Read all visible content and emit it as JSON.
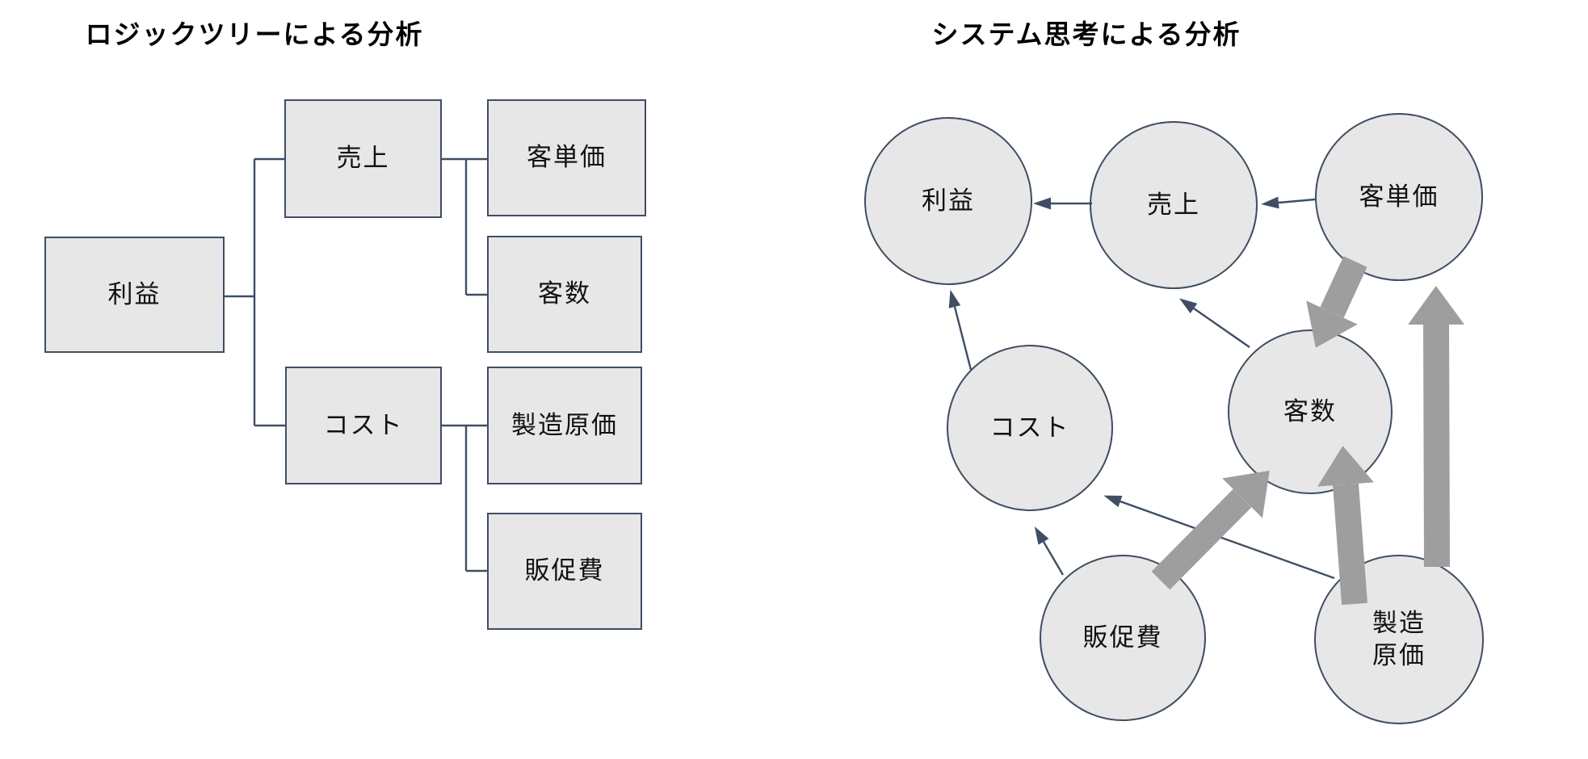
{
  "colors": {
    "background": "#ffffff",
    "node_fill": "#e7e7e7",
    "node_border": "#3f4e63",
    "connector": "#3f4e63",
    "thick_arrow": "#9e9e9e",
    "text": "#111111"
  },
  "left_panel": {
    "title": "ロジックツリーによる分析",
    "nodes": {
      "profit": "利益",
      "sales": "売上",
      "cost": "コスト",
      "unit_price": "客単価",
      "customer_count": "客数",
      "manufacturing_cost": "製造原価",
      "promotion_cost": "販促費"
    },
    "edges": [
      {
        "from": "profit",
        "to": "sales"
      },
      {
        "from": "profit",
        "to": "cost"
      },
      {
        "from": "sales",
        "to": "unit_price"
      },
      {
        "from": "sales",
        "to": "customer_count"
      },
      {
        "from": "cost",
        "to": "manufacturing_cost"
      },
      {
        "from": "cost",
        "to": "promotion_cost"
      }
    ]
  },
  "right_panel": {
    "title": "システム思考による分析",
    "nodes": {
      "profit": "利益",
      "sales": "売上",
      "unit_price": "客単価",
      "cost": "コスト",
      "customer_count": "客数",
      "promotion_cost": "販促費",
      "manufacturing_cost": "製造\n原価"
    },
    "edges": [
      {
        "from": "sales",
        "to": "profit",
        "style": "thin"
      },
      {
        "from": "unit_price",
        "to": "sales",
        "style": "thin"
      },
      {
        "from": "cost",
        "to": "profit",
        "style": "thin"
      },
      {
        "from": "customer_count",
        "to": "sales",
        "style": "thin"
      },
      {
        "from": "promotion_cost",
        "to": "cost",
        "style": "thin"
      },
      {
        "from": "manufacturing_cost",
        "to": "cost",
        "style": "thin"
      },
      {
        "from": "unit_price",
        "to": "customer_count",
        "style": "thick"
      },
      {
        "from": "promotion_cost",
        "to": "customer_count",
        "style": "thick"
      },
      {
        "from": "manufacturing_cost",
        "to": "customer_count",
        "style": "thick"
      },
      {
        "from": "manufacturing_cost",
        "to": "unit_price",
        "style": "thick"
      }
    ]
  }
}
